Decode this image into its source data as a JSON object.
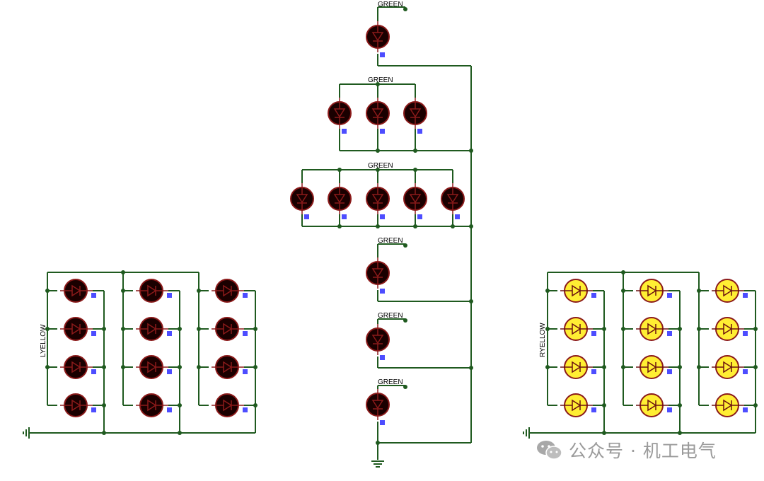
{
  "colors": {
    "wire": "#1f5a1f",
    "junction": "#1f5a1f",
    "led_off_fill": "#1a0000",
    "led_off_ring": "#8b1a1a",
    "led_on_fill": "#ffee33",
    "led_on_ring": "#8b1a1a",
    "pin_marker": "#4d4dff",
    "label_text": "#000000"
  },
  "labels": {
    "green": "GREEN",
    "left_group": "LYELLOW",
    "right_group": "RYELLOW"
  },
  "groups": {
    "left_array": {
      "state": "off",
      "icon": "led-icon"
    },
    "right_array": {
      "state": "on",
      "icon": "led-icon"
    },
    "center_column": {
      "state": "off",
      "icon": "led-icon"
    }
  },
  "watermark": {
    "text": "公众号 · 机工电气",
    "icon": "wechat-icon"
  }
}
